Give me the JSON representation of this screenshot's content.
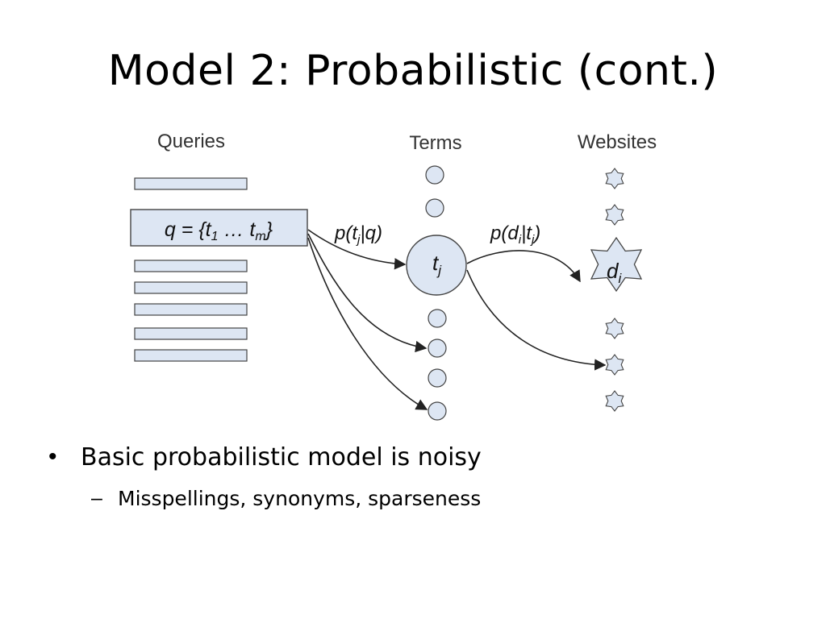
{
  "slide": {
    "title": "Model 2:  Probabilistic (cont.)",
    "bullets": [
      {
        "text": "Basic probabilistic model is noisy",
        "sub": [
          "Misspellings, synonyms, sparseness"
        ]
      }
    ]
  },
  "diagram": {
    "columns": {
      "queries": "Queries",
      "terms": "Terms",
      "websites": "Websites"
    },
    "query_formula": {
      "lead": "q = {t",
      "sub1": "1",
      "mid": " … t",
      "subm": "m",
      "tail": "}"
    },
    "term_label": {
      "base": "t",
      "sub": "j"
    },
    "website_label": {
      "base": "d",
      "sub": "i"
    },
    "edge_label_qt": {
      "a": "p(t",
      "b": "j",
      "c": "|q)"
    },
    "edge_label_td": {
      "a": "p(d",
      "b": "i",
      "c": "|t",
      "d": "j",
      "e": ")"
    },
    "colors": {
      "node_fill": "#dde6f3",
      "node_stroke": "#444444",
      "edge": "#222222"
    }
  }
}
